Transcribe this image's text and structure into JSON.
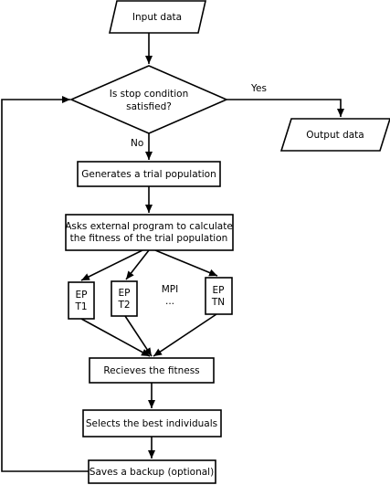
{
  "nodes": {
    "input": "Input data",
    "decision_line1": "Is stop condition",
    "decision_line2": "satisfied?",
    "output": "Output data",
    "generate": "Generates a trial population",
    "ask_line1": "Asks external program to calculate",
    "ask_line2": "the fitness of the trial population",
    "ep1_line1": "EP",
    "ep1_line2": "T1",
    "ep2_line1": "EP",
    "ep2_line2": "T2",
    "ep3_line1": "EP",
    "ep3_line2": "TN",
    "mpi": "MPI",
    "dots": "...",
    "receive": "Recieves the fitness",
    "select": "Selects the best individuals",
    "backup": "Saves a backup (optional)"
  },
  "edge_labels": {
    "yes": "Yes",
    "no": "No"
  }
}
